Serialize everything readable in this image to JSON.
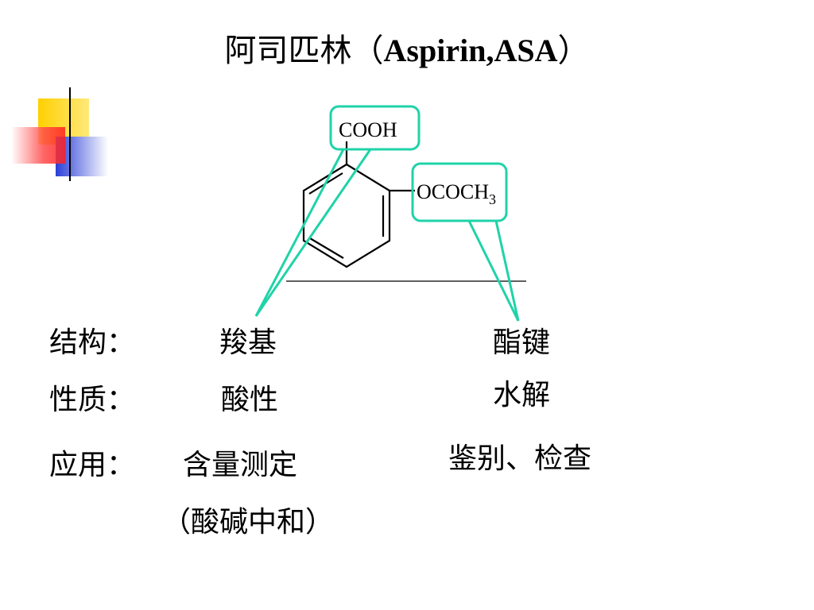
{
  "title": {
    "cn": "阿司匹林（",
    "en": "Aspirin,ASA",
    "close": "）"
  },
  "molecule": {
    "group1": "COOH",
    "group2_main": "OCOCH",
    "group2_sub": "3"
  },
  "rows": {
    "structure": {
      "label": "结构：",
      "left": "羧基",
      "right": "酯键"
    },
    "property": {
      "label": "性质：",
      "left": "酸性",
      "right": "水解"
    },
    "application": {
      "label": "应用：",
      "left": "含量测定",
      "left2": "（酸碱中和）",
      "right": "鉴别、检查"
    }
  },
  "colors": {
    "highlight": "#1fd3a8",
    "deco_yellow": "#ffd000",
    "deco_blue": "#2a3fd6",
    "deco_red": "#ff4a4a"
  }
}
